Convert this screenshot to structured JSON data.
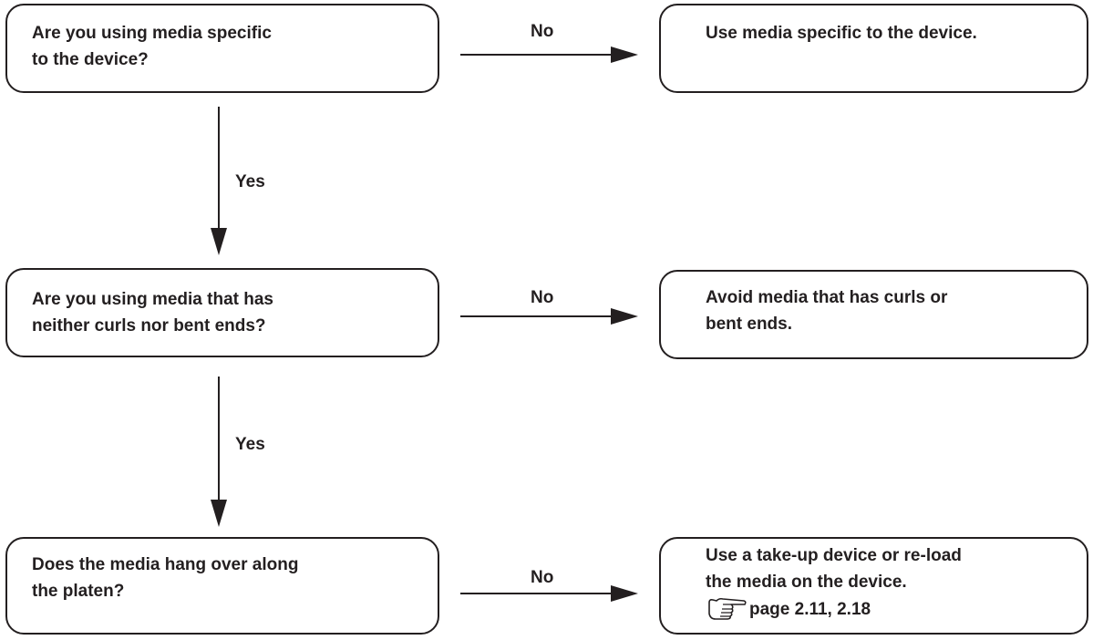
{
  "questions": [
    {
      "line1": "Are you using media specific",
      "line2": "to the device?"
    },
    {
      "line1": "Are you using media that has",
      "line2": "neither curls nor bent ends?"
    },
    {
      "line1": "Does the media hang over along",
      "line2": "the platen?"
    }
  ],
  "answers": [
    {
      "line1": "Use media specific to the device.",
      "line2": ""
    },
    {
      "line1": "Avoid media that has curls or",
      "line2": "bent ends."
    },
    {
      "line1": "Use a take-up device or re-load",
      "line2": "the media on the device.",
      "ref": "page 2.11, 2.18"
    }
  ],
  "labels": {
    "no": "No",
    "yes": "Yes"
  },
  "colors": {
    "line": "#231f20",
    "background": "#ffffff"
  },
  "icons": {
    "reference": "pointing-hand-icon"
  }
}
